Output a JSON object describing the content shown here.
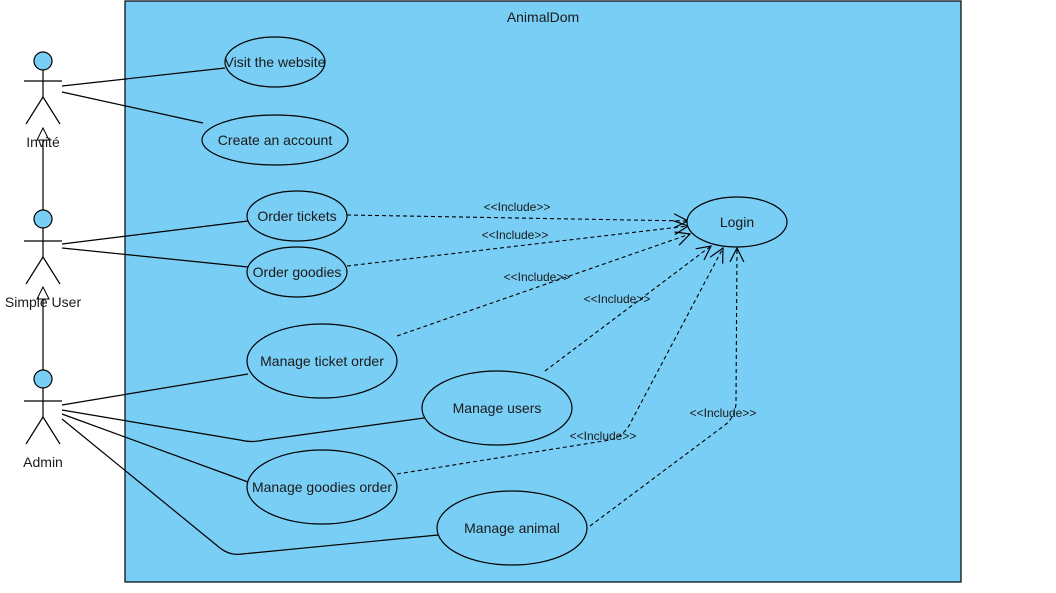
{
  "system": {
    "name": "AnimalDom"
  },
  "actors": {
    "invite": "Invité",
    "simple_user": "Simple User",
    "admin": "Admin"
  },
  "use_cases": {
    "visit_website": "Visit the website",
    "create_account": "Create an account",
    "order_tickets": "Order tickets",
    "order_goodies": "Order goodies",
    "manage_ticket_order": "Manage ticket order",
    "manage_users": "Manage users",
    "manage_goodies_order": "Manage goodies order",
    "manage_animal": "Manage animal",
    "login": "Login"
  },
  "relations": {
    "include_label": "<<Include>>"
  },
  "colors": {
    "boundary_fill": "#79cef5",
    "actor_head_fill": "#79cef5",
    "line": "#000000"
  }
}
